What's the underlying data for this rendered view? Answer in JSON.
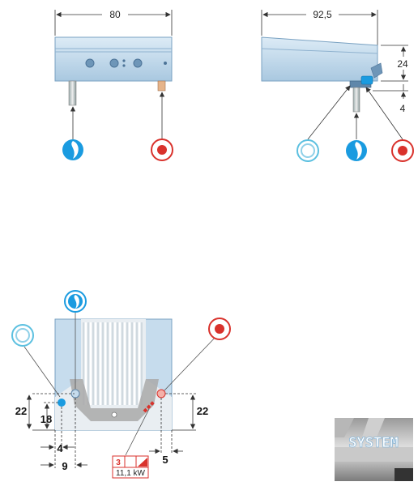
{
  "dimensions": {
    "front_width": "80",
    "side_depth": "92,5",
    "side_height": "24",
    "side_offset": "4",
    "plan_left_height": "22",
    "plan_left_inner": "18",
    "plan_right_height": "22",
    "plan_offset_a": "4",
    "plan_offset_b": "9",
    "plan_offset_c": "5"
  },
  "electric": {
    "phase": "3",
    "power": "11,1 kW"
  },
  "logo": {
    "text": "SYSTEM"
  },
  "colors": {
    "body": "#c6dced",
    "body_dark": "#9fc0da",
    "cold_water": "#1a9be0",
    "hot_water": "#d9322c",
    "drain": "#8fd0e8"
  }
}
